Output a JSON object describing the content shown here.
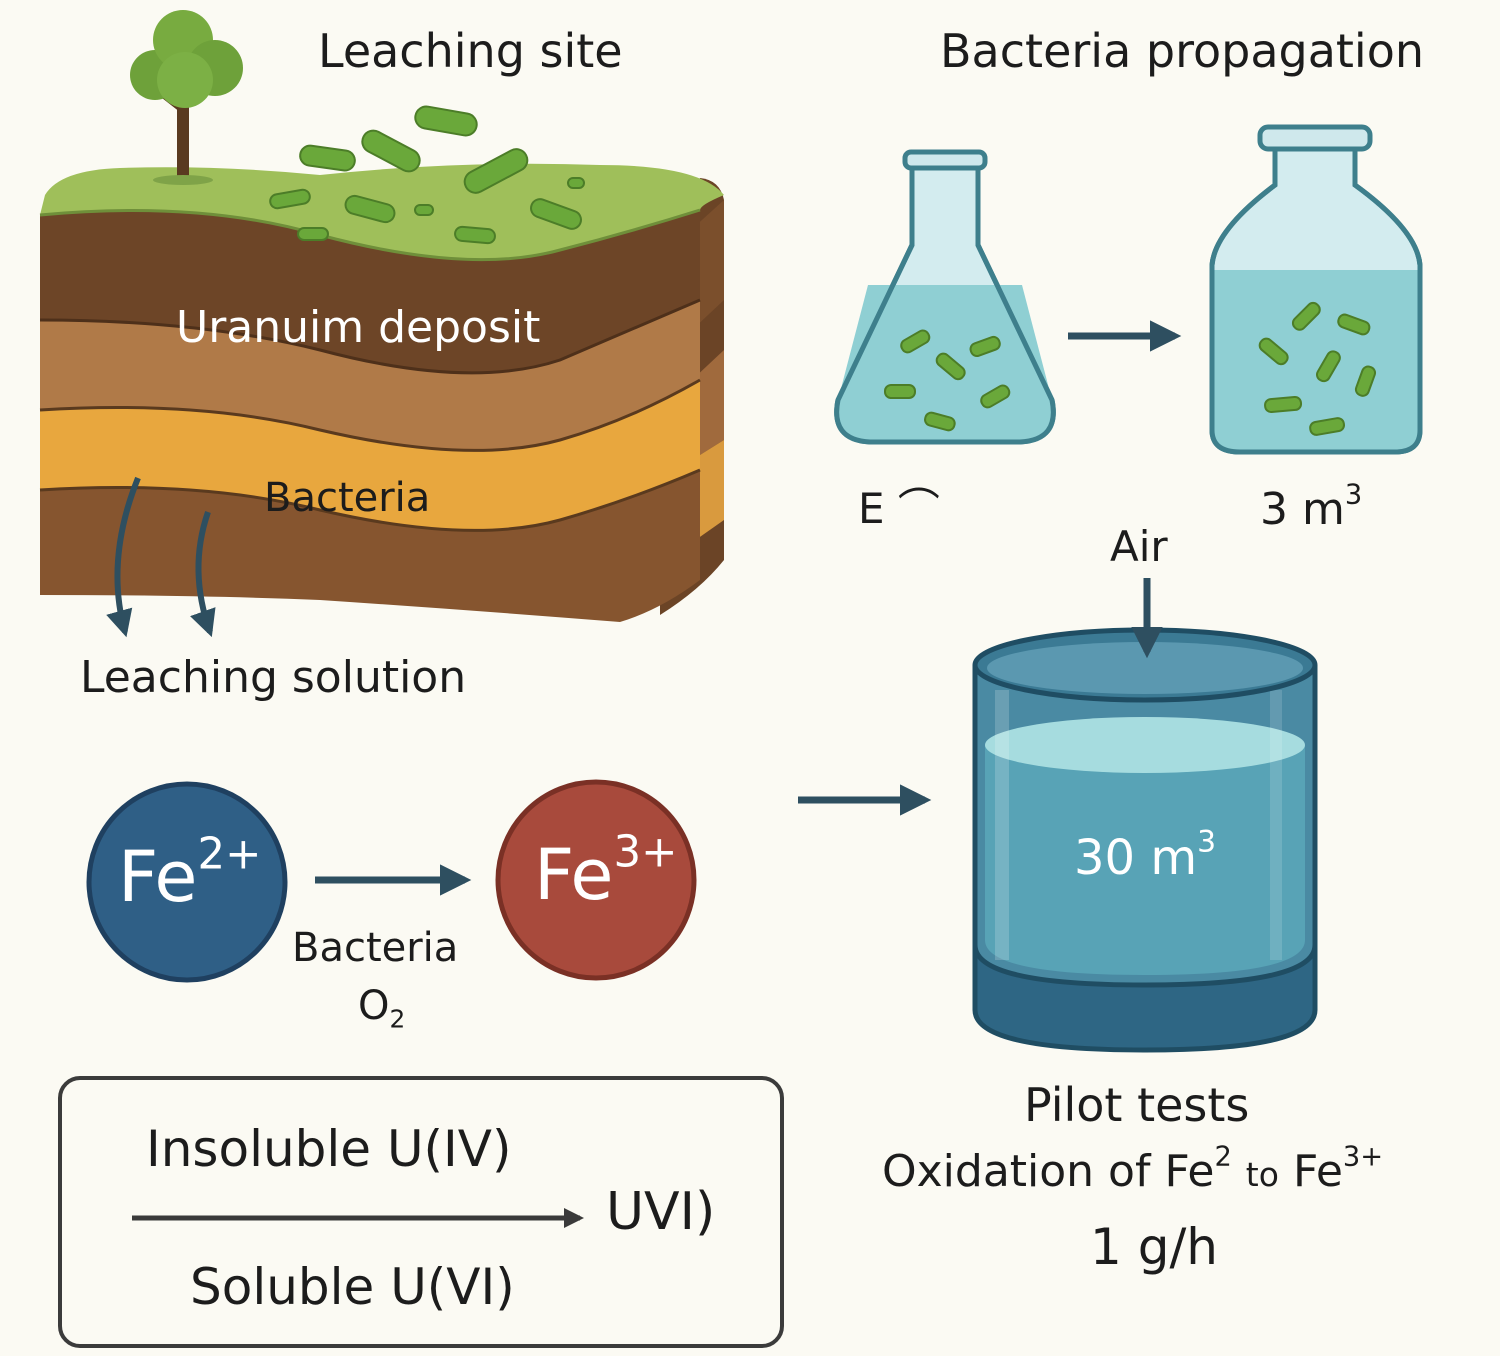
{
  "leaching": {
    "title": "Leaching site",
    "deposit_label": "Uranuim deposit",
    "bacteria_label": "Bacteria",
    "solution_label": "Leaching solution"
  },
  "propagation": {
    "title": "Bacteria propagation",
    "flask_label": "E ⌒",
    "bottle_label_main": "3 m",
    "bottle_label_sup": "3"
  },
  "pilot": {
    "air_label": "Air",
    "tank_volume_main": "30 m",
    "tank_volume_sup": "3",
    "title": "Pilot tests",
    "oxidation_prefix": "Oxidation of Fe",
    "oxidation_sup1": "2",
    "oxidation_to": "to",
    "oxidation_fe": "Fe",
    "oxidation_sup2": "3+",
    "rate": "1 g/h"
  },
  "iron": {
    "fe2_symbol": "Fe",
    "fe2_charge": "2+",
    "fe3_symbol": "Fe",
    "fe3_charge": "3+",
    "catalyst": "Bacteria",
    "oxidant_main": "O",
    "oxidant_sub": "2"
  },
  "uranium_box": {
    "insoluble": "Insoluble U(IV)",
    "soluble": "Soluble U(VI)",
    "product": "UVI)"
  },
  "colors": {
    "fe2_circle": "#2f5f86",
    "fe3_circle": "#a84a3c",
    "arrow": "#2e4f60",
    "water": "#8fcfd3",
    "tank": "#3f7f98",
    "grass": "#9fbf5a",
    "bacteria": "#6aa83a"
  },
  "icons": [
    "tree-icon",
    "erlenmeyer-flask-icon",
    "bottle-icon",
    "cylindrical-tank-icon"
  ]
}
